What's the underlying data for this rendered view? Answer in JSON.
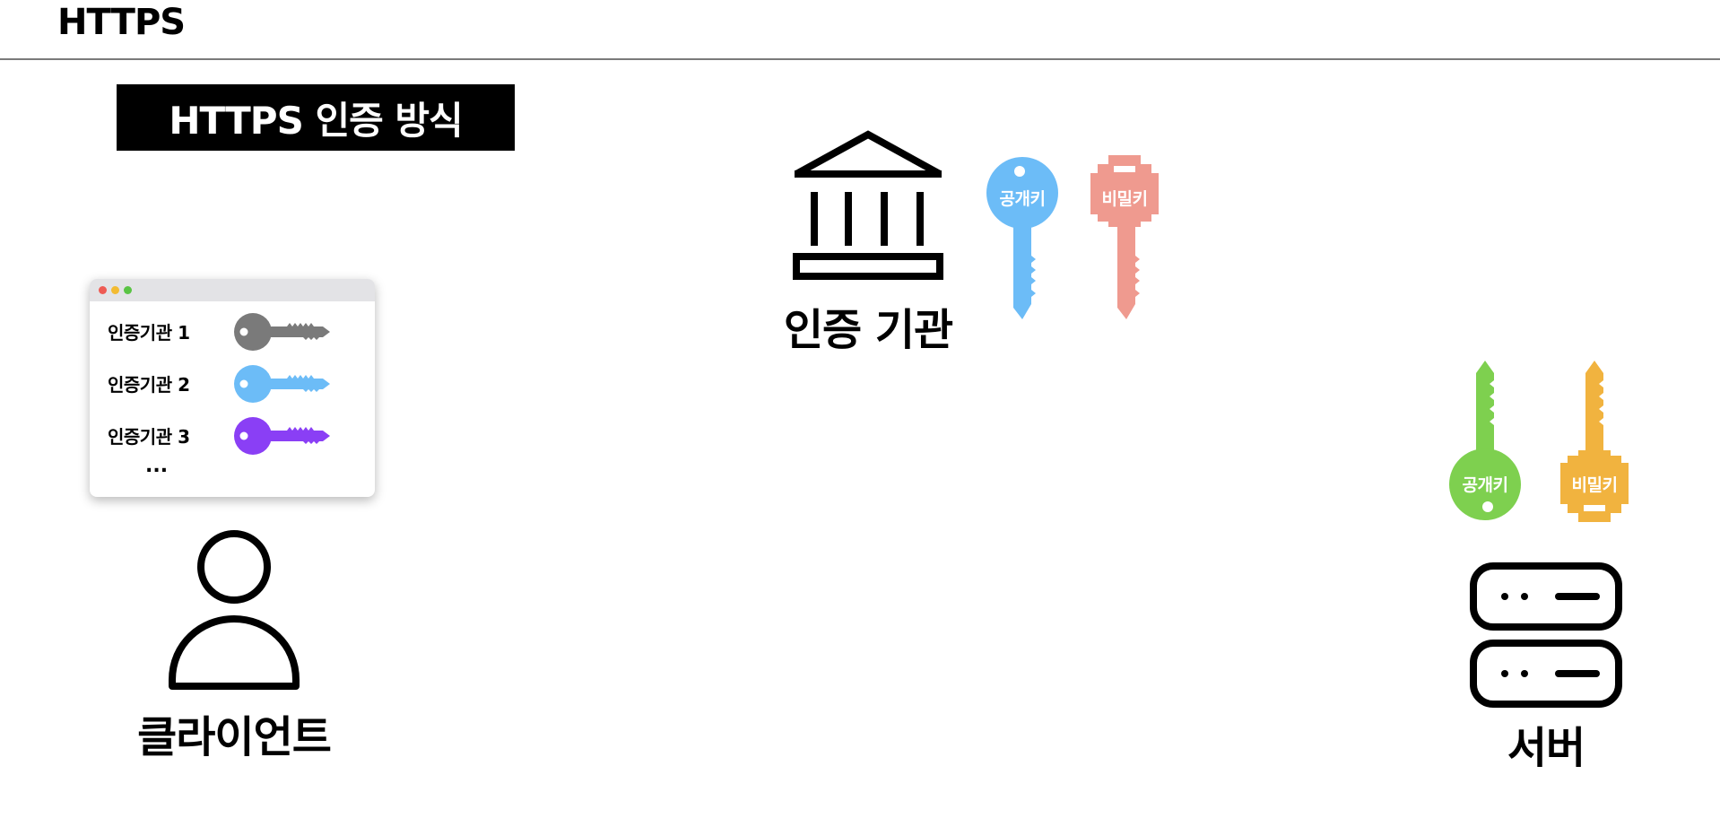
{
  "header": {
    "title": "HTTPS"
  },
  "section": {
    "badge": "HTTPS 인증 방식"
  },
  "client": {
    "label": "클라이언트",
    "ca_list": [
      {
        "label": "인증기관 1",
        "key_color": "#7a7a7a"
      },
      {
        "label": "인증기관 2",
        "key_color": "#6cbcf7"
      },
      {
        "label": "인증기관 3",
        "key_color": "#8a3ff5"
      }
    ],
    "more": "..."
  },
  "authority": {
    "label": "인증 기관",
    "public_key": {
      "label": "공개키",
      "color": "#6cbcf7"
    },
    "private_key": {
      "label": "비밀키",
      "color": "#ef9a8f"
    }
  },
  "server": {
    "label": "서버",
    "public_key": {
      "label": "공개키",
      "color": "#7ed04f"
    },
    "private_key": {
      "label": "비밀키",
      "color": "#f1b33f"
    }
  }
}
